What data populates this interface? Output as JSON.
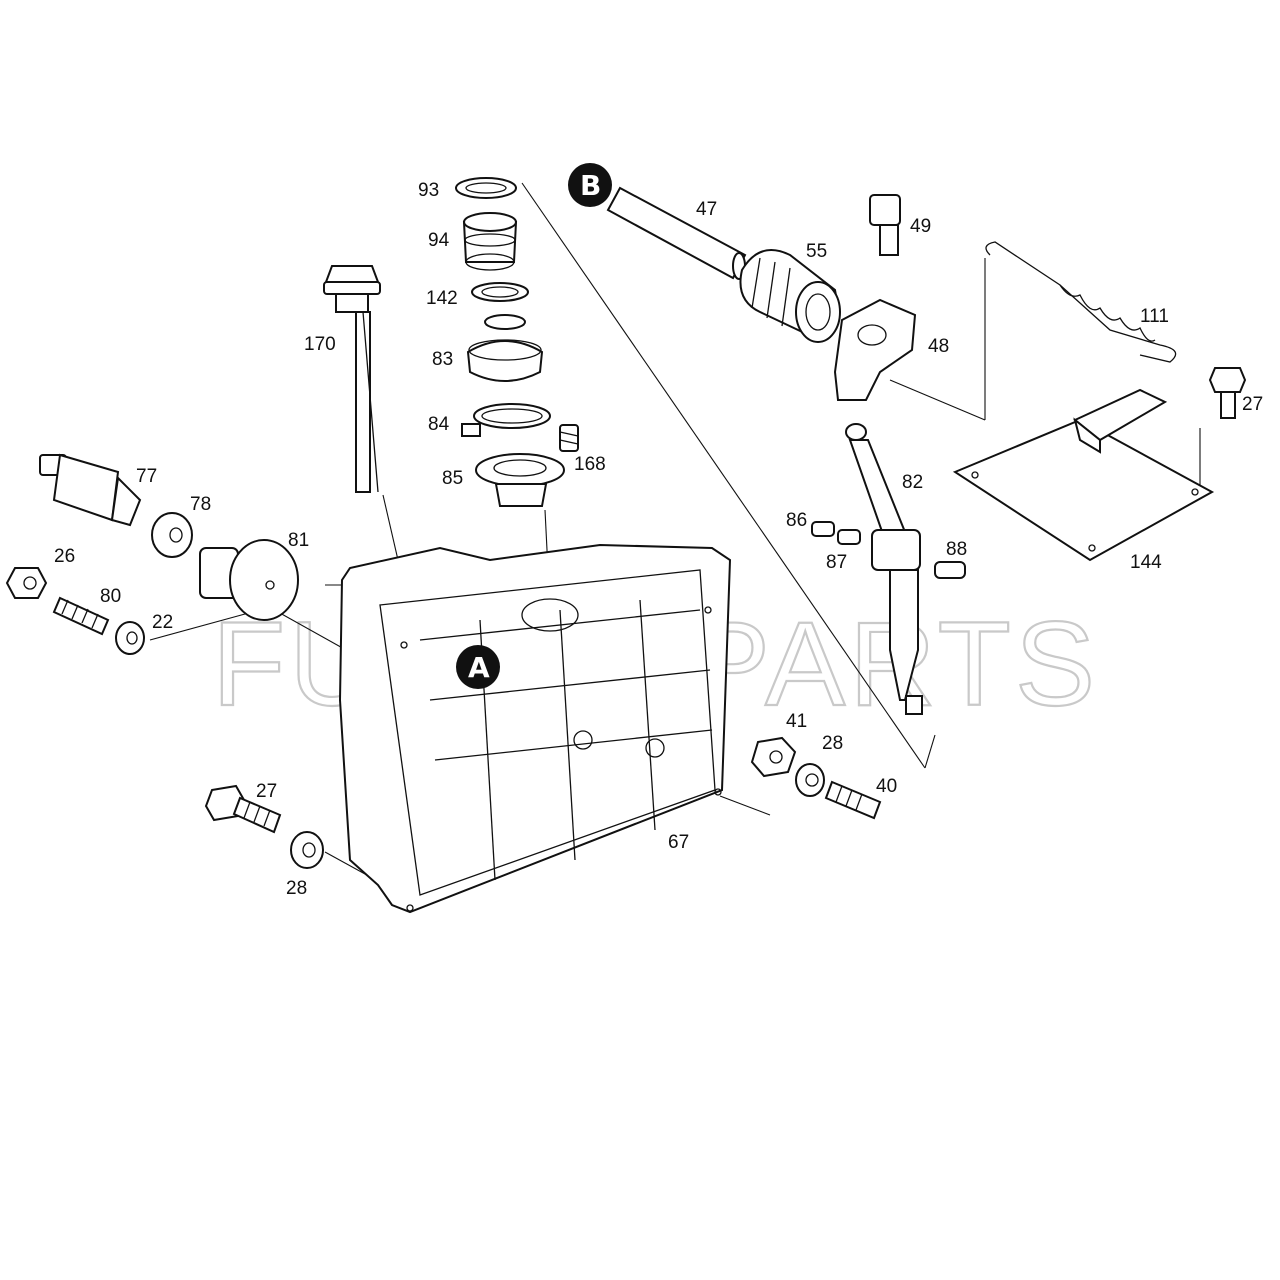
{
  "watermark": {
    "text_left": "FU",
    "text_right": "PARTS",
    "accent_color": "#f2c16d",
    "outline_color": "#c9c9c9"
  },
  "markers": {
    "A": "A",
    "B": "B"
  },
  "callouts": {
    "c93": "93",
    "c94": "94",
    "c142": "142",
    "c83": "83",
    "c84": "84",
    "c85": "85",
    "c168": "168",
    "c170": "170",
    "c47": "47",
    "c55": "55",
    "c49": "49",
    "c48": "48",
    "c111": "111",
    "c27_top": "27",
    "c82": "82",
    "c86": "86",
    "c87": "87",
    "c88": "88",
    "c144": "144",
    "c77": "77",
    "c78": "78",
    "c81": "81",
    "c26": "26",
    "c80": "80",
    "c22": "22",
    "c41": "41",
    "c28_right": "28",
    "c40": "40",
    "c67": "67",
    "c27_bottom": "27",
    "c28_bottom": "28"
  },
  "colors": {
    "ink": "#111111",
    "paper": "#ffffff"
  }
}
